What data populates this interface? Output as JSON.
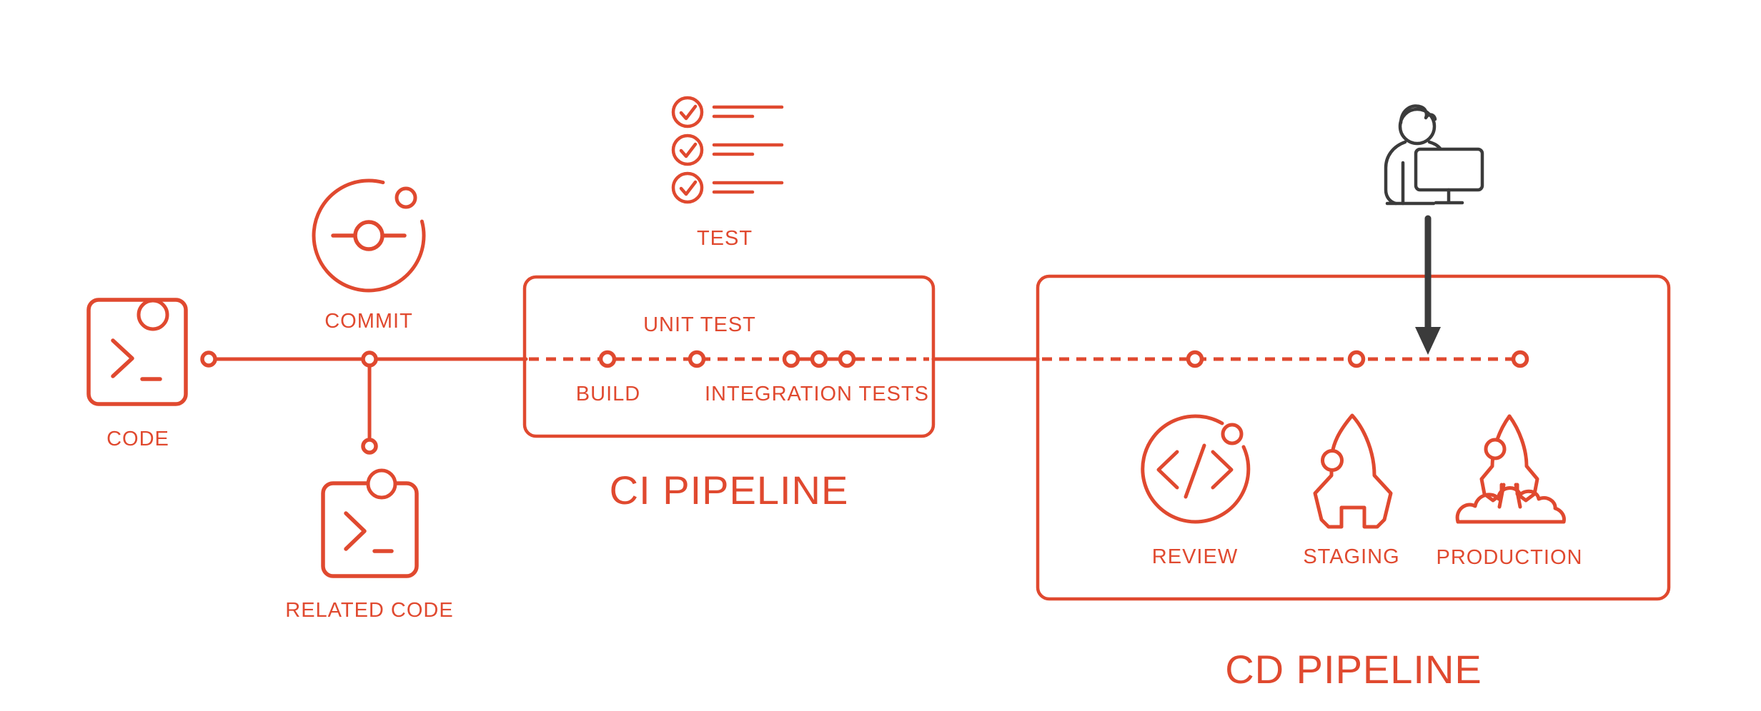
{
  "colors": {
    "accent_red": "#E0492F",
    "icon_dark": "#3B3B3B",
    "background": "#FFFFFF"
  },
  "source_flow": {
    "code_label": "CODE",
    "commit_label": "COMMIT",
    "related_code_label": "RELATED CODE",
    "test_label": "TEST"
  },
  "ci_pipeline": {
    "title": "CI PIPELINE",
    "stages": [
      {
        "label": "BUILD"
      },
      {
        "label": "UNIT TEST"
      },
      {
        "label": "INTEGRATION TESTS"
      }
    ]
  },
  "cd_pipeline": {
    "title": "CD PIPELINE",
    "stages": [
      {
        "label": "REVIEW",
        "icon": "code-review-circle-icon"
      },
      {
        "label": "STAGING",
        "icon": "rocket-icon"
      },
      {
        "label": "PRODUCTION",
        "icon": "rocket-launch-icon"
      }
    ]
  },
  "icons": {
    "code": "terminal-window-icon",
    "commit": "git-commit-icon",
    "related_code": "terminal-window-icon",
    "test": "checklist-icon",
    "operator": "person-at-monitor-icon",
    "operator_pointer": "down-arrow-icon"
  }
}
